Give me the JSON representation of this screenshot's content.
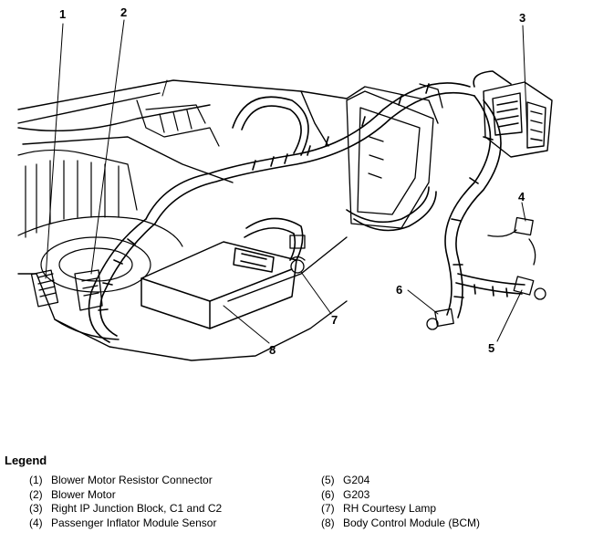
{
  "diagram": {
    "callouts": {
      "c1": "1",
      "c2": "2",
      "c3": "3",
      "c4": "4",
      "c5": "5",
      "c6": "6",
      "c7": "7",
      "c8": "8"
    }
  },
  "legend": {
    "title": "Legend",
    "items": [
      {
        "num": "(1)",
        "label": "Blower Motor Resistor Connector"
      },
      {
        "num": "(2)",
        "label": "Blower Motor"
      },
      {
        "num": "(3)",
        "label": "Right IP Junction Block, C1 and C2"
      },
      {
        "num": "(4)",
        "label": "Passenger Inflator Module Sensor"
      },
      {
        "num": "(5)",
        "label": "G204"
      },
      {
        "num": "(6)",
        "label": "G203"
      },
      {
        "num": "(7)",
        "label": "RH Courtesy Lamp"
      },
      {
        "num": "(8)",
        "label": "Body Control Module (BCM)"
      }
    ]
  }
}
